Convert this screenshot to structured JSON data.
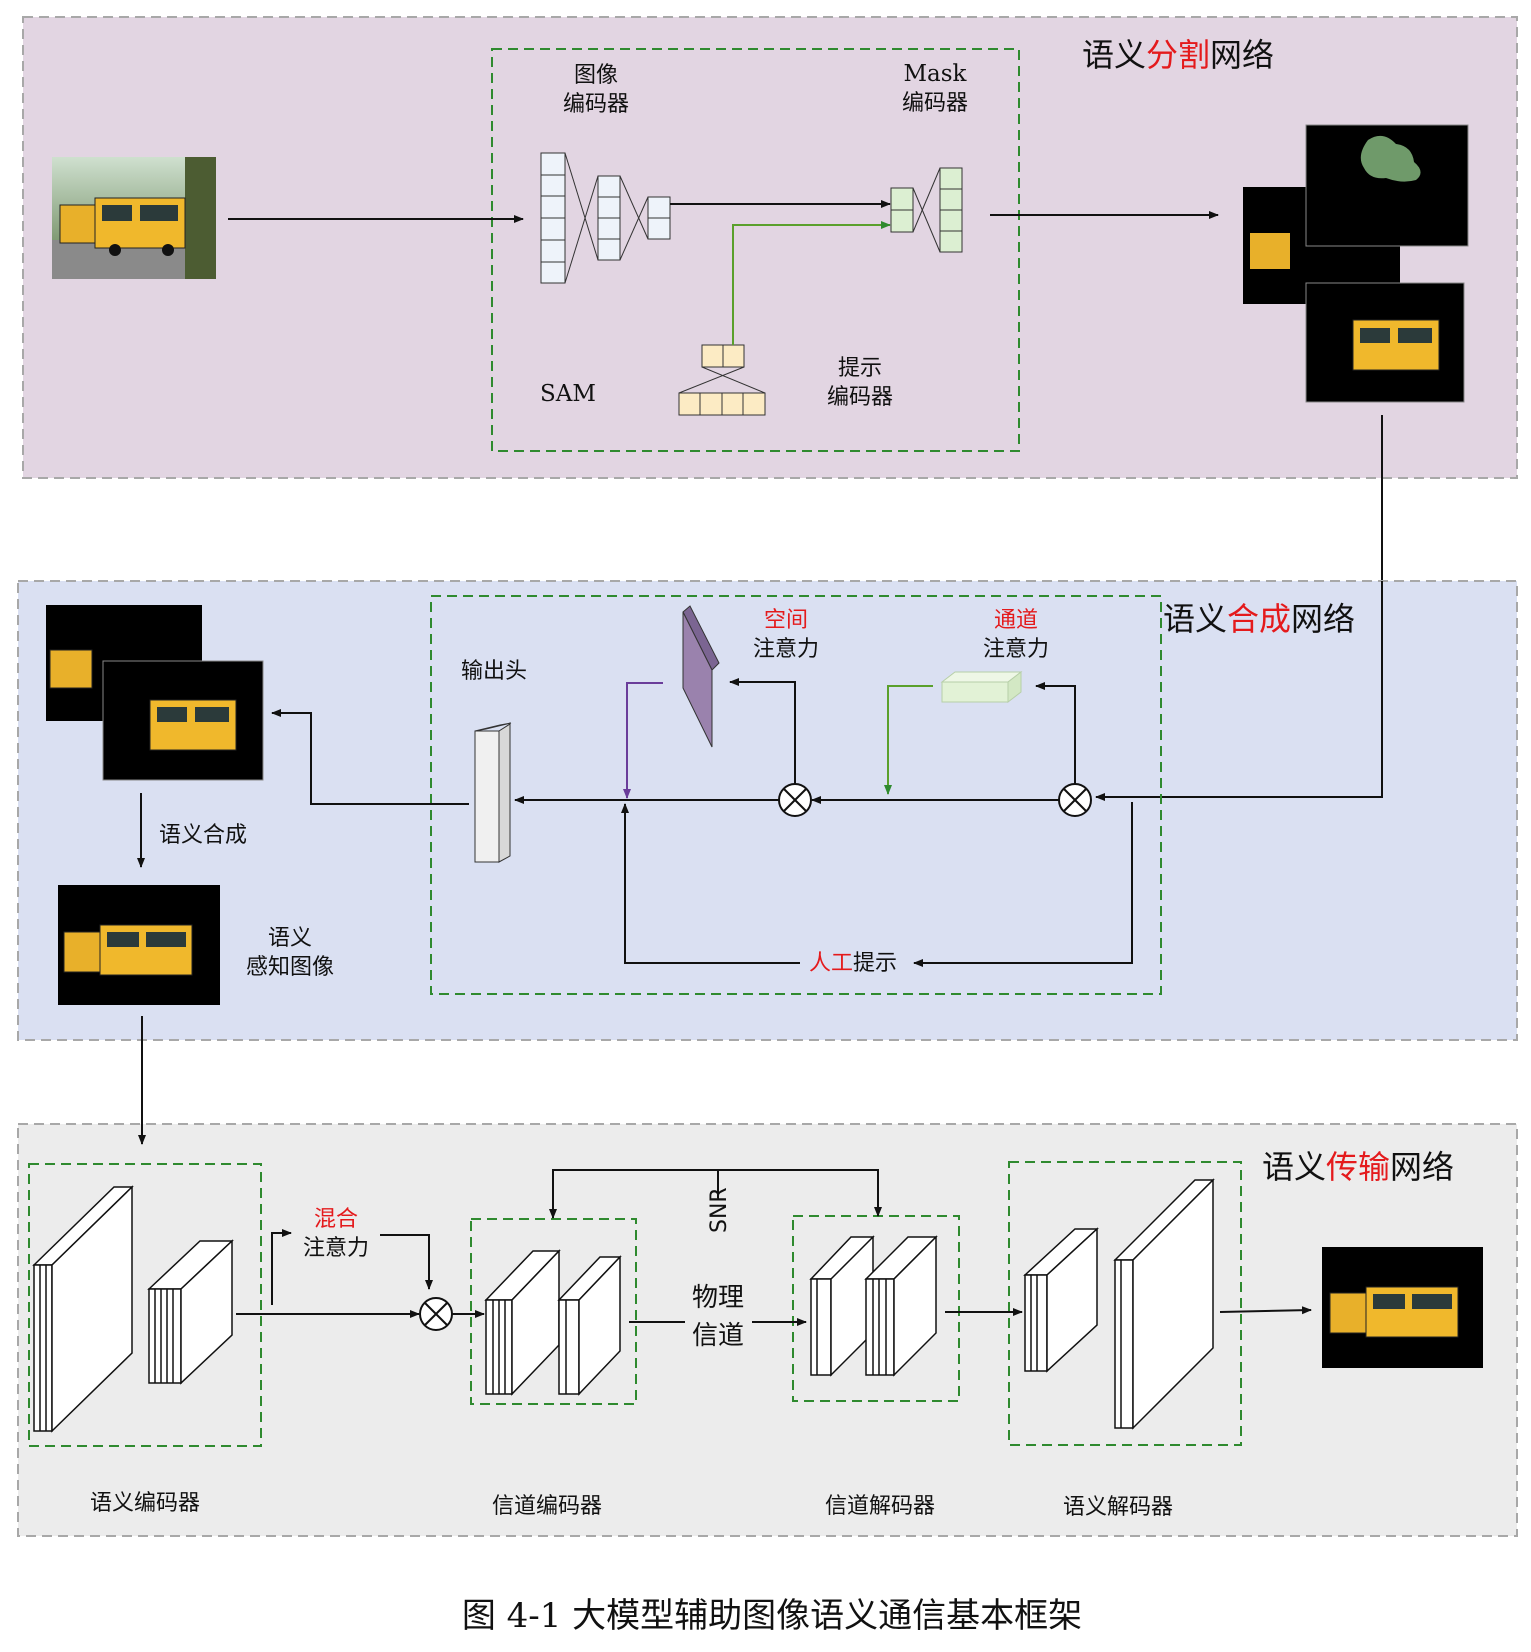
{
  "segmentation": {
    "title_prefix": "语义",
    "title_highlight": "分割",
    "title_suffix": "网络",
    "image_encoder_line1": "图像",
    "image_encoder_line2": "编码器",
    "mask_encoder_line1": "Mask",
    "mask_encoder_line2": "编码器",
    "prompt_encoder_line1": "提示",
    "prompt_encoder_line2": "编码器",
    "sam_label": "SAM"
  },
  "synthesis": {
    "title_prefix": "语义",
    "title_highlight": "合成",
    "title_suffix": "网络",
    "output_head": "输出头",
    "spatial_highlight": "空间",
    "spatial_label": "注意力",
    "channel_highlight": "通道",
    "channel_label": "注意力",
    "manual_highlight": "人工",
    "manual_label": "提示",
    "synthesis_step": "语义合成",
    "perception_line1": "语义",
    "perception_line2": "感知图像"
  },
  "transmission": {
    "title_prefix": "语义",
    "title_highlight": "传输",
    "title_suffix": "网络",
    "hybrid_highlight": "混合",
    "hybrid_label": "注意力",
    "snr": "SNR",
    "channel_line1": "物理",
    "channel_line2": "信道",
    "semantic_encoder": "语义编码器",
    "channel_encoder": "信道编码器",
    "channel_decoder": "信道解码器",
    "semantic_decoder": "语义解码器"
  },
  "caption": "图 4-1 大模型辅助图像语义通信基本框架",
  "colors": {
    "seg_panel": "#e2d5e2",
    "synth_panel": "#dae0f2",
    "trans_panel": "#ececec",
    "dashed_green": "#2f8a2f",
    "highlight_red": "#e41a1c",
    "purple_block": "#9a82ad",
    "mask_green": "#dcefd2",
    "prompt_yellow": "#fcebc4"
  }
}
